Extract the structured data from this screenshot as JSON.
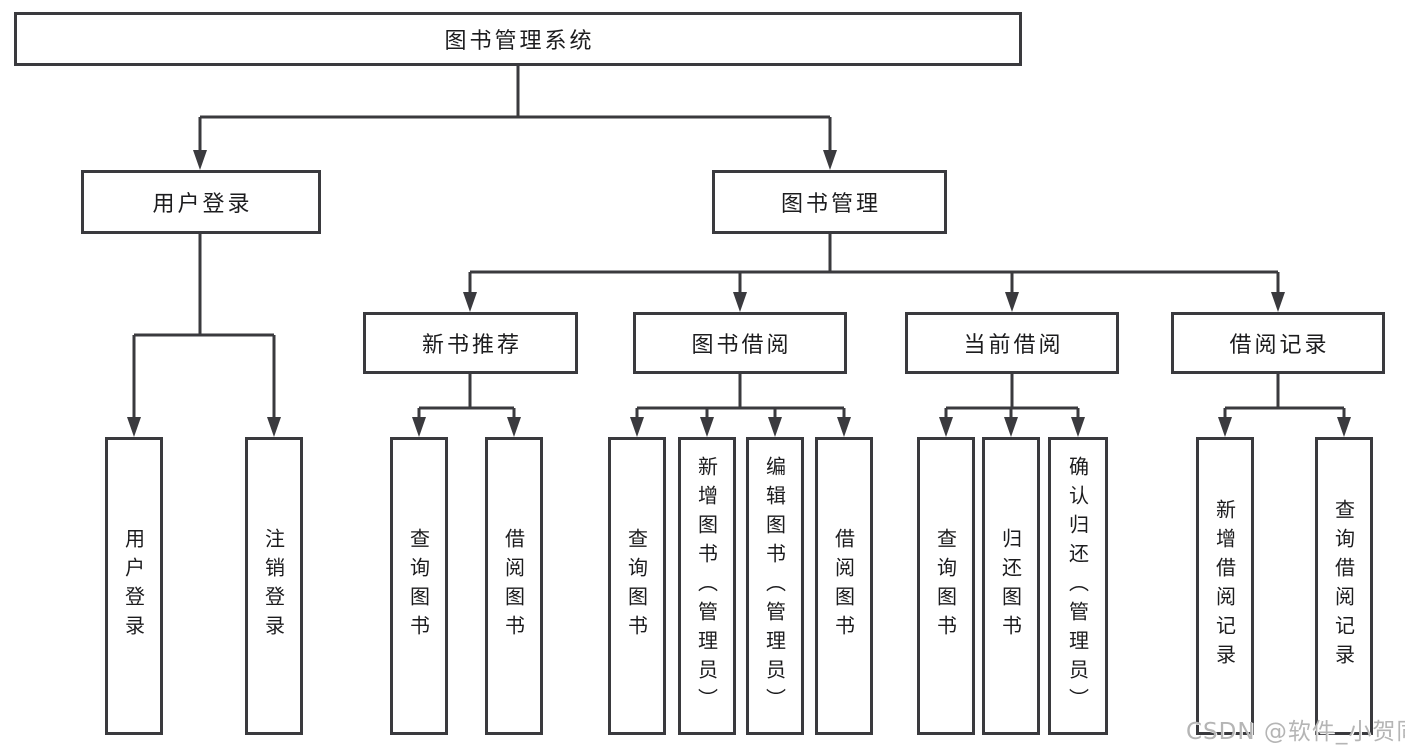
{
  "colors": {
    "line": "#3a3a3e",
    "text": "#1c1c1e",
    "watermark": "#b5b5b5"
  },
  "watermark": "CSDN @软件_小贺同学",
  "tree": {
    "root": "图书管理系统",
    "level2": [
      {
        "label": "用户登录",
        "children": [
          "用户登录",
          "注销登录"
        ]
      },
      {
        "label": "图书管理",
        "sections": [
          {
            "label": "新书推荐",
            "children": [
              "查询图书",
              "借阅图书"
            ]
          },
          {
            "label": "图书借阅",
            "children": [
              "查询图书",
              "新增图书（管理员）",
              "编辑图书（管理员）",
              "借阅图书"
            ]
          },
          {
            "label": "当前借阅",
            "children": [
              "查询图书",
              "归还图书",
              "确认归还（管理员）"
            ]
          },
          {
            "label": "借阅记录",
            "children": [
              "新增借阅记录",
              "查询借阅记录"
            ]
          }
        ]
      }
    ]
  }
}
